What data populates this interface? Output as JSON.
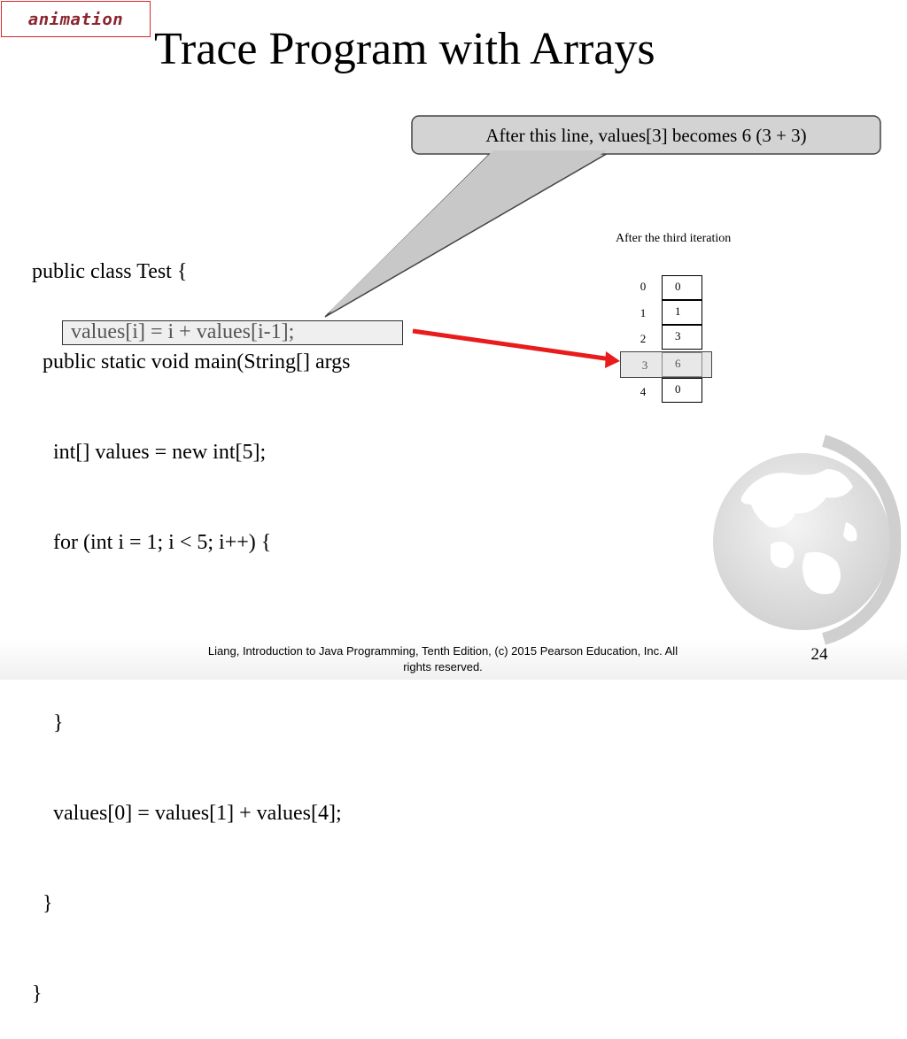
{
  "badge": {
    "label": "animation"
  },
  "slide": {
    "title": "Trace Program with Arrays",
    "page_number": "24"
  },
  "callout": {
    "text": "After this line, values[3] becomes 6 (3 + 3)"
  },
  "code": {
    "lines": [
      "public class Test {",
      "  public static void main(String[] args",
      "    int[] values = new int[5];",
      "    for (int i = 1; i < 5; i++) {",
      "",
      "    }",
      "    values[0] = values[1] + values[4];",
      "  }",
      "}"
    ],
    "highlighted_line": "values[i] = i + values[i-1];"
  },
  "array_view": {
    "label": "After the third iteration",
    "indices": [
      "0",
      "1",
      "2",
      "3",
      "4"
    ],
    "values": [
      "0",
      "1",
      "3",
      "6",
      "0"
    ],
    "highlighted_index": "3"
  },
  "footer": {
    "line1": "Liang, Introduction to Java Programming, Tenth Edition, (c) 2015 Pearson Education, Inc. All",
    "line2": "rights reserved."
  },
  "colors": {
    "arrow": "#e81c1c",
    "badge_border": "#d9262c"
  }
}
